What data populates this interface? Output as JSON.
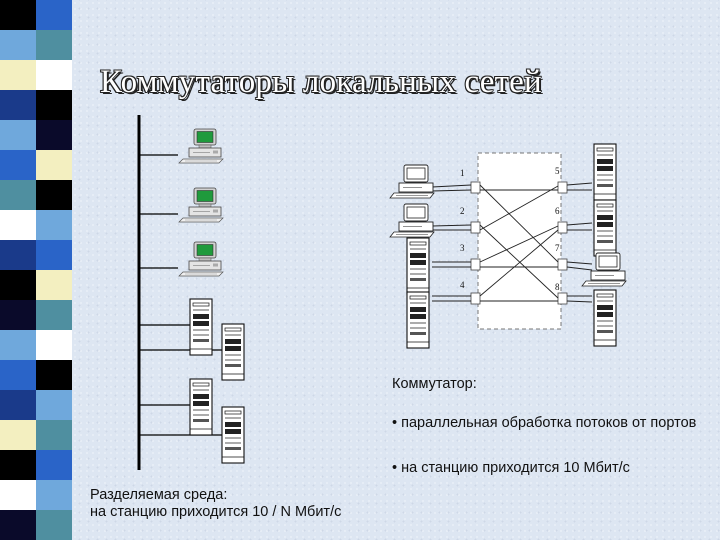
{
  "title": "Коммутаторы локальных сетей",
  "switch_heading": "Коммутатор:",
  "switch_features": [
    "• параллельная обработка потоков от портов",
    "• на станцию приходится 10  Мбит/с"
  ],
  "shared_medium": {
    "line1": "Разделяемая среда:",
    "line2": "на станцию приходится 10 / N Мбит/с"
  },
  "switch_diagram": {
    "left_ports": [
      "1",
      "2",
      "3",
      "4"
    ],
    "right_ports": [
      "5",
      "6",
      "7",
      "8"
    ]
  },
  "strip_colors": [
    "#000000",
    "#2a64c8",
    "#6fa8dc",
    "#4f8fa0",
    "#f3efc0",
    "#ffffff",
    "#1a3a8a",
    "#0a0a2a"
  ]
}
